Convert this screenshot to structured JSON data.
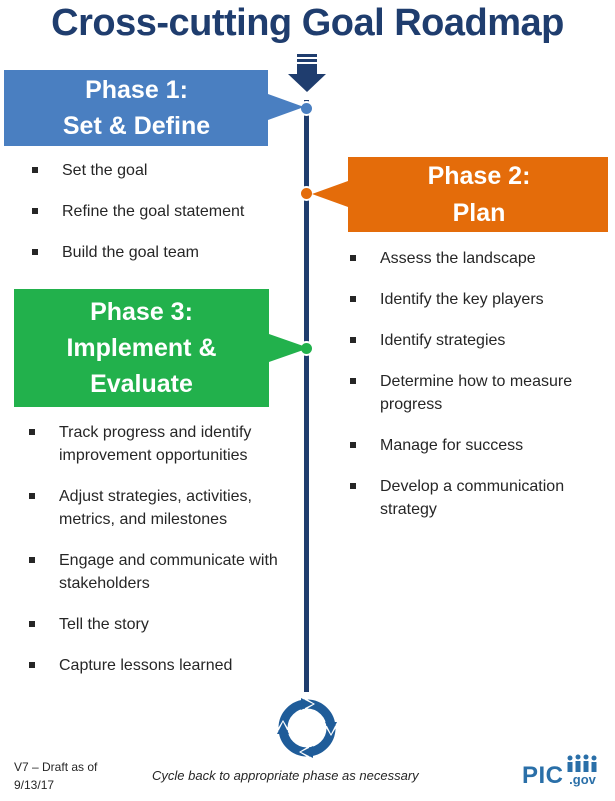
{
  "title": "Cross-cutting Goal Roadmap",
  "colors": {
    "navy": "#1f3d6e",
    "blue": "#4a7fc1",
    "orange": "#e46c0a",
    "green": "#22b14c"
  },
  "phase1": {
    "line1": "Phase 1:",
    "line2": "Set & Define",
    "items": [
      "Set the goal",
      "Refine the goal statement",
      "Build the goal team"
    ]
  },
  "phase2": {
    "line1": "Phase 2:",
    "line2": "Plan",
    "items": [
      "Assess the landscape",
      "Identify the key players",
      "Identify strategies",
      "Determine how to measure progress",
      "Manage for success",
      "Develop a communication strategy"
    ]
  },
  "phase3": {
    "line1": "Phase 3:",
    "line2": "Implement &",
    "line3": "Evaluate",
    "items": [
      "Track progress and identify improvement opportunities",
      "Adjust strategies, activities, metrics, and milestones",
      "Engage and communicate with stakeholders",
      "Tell the story",
      "Capture lessons learned"
    ]
  },
  "footer": {
    "version_line1": "V7 – Draft as of",
    "version_line2": "9/13/17",
    "cycle_note": "Cycle back to appropriate  phase as necessary",
    "logo_main": "PIC",
    "logo_suffix": ".gov"
  },
  "icons": {
    "arrow": "down-arrow-icon",
    "cycle": "cycle-arrows-icon",
    "logo_people": "people-icon"
  }
}
